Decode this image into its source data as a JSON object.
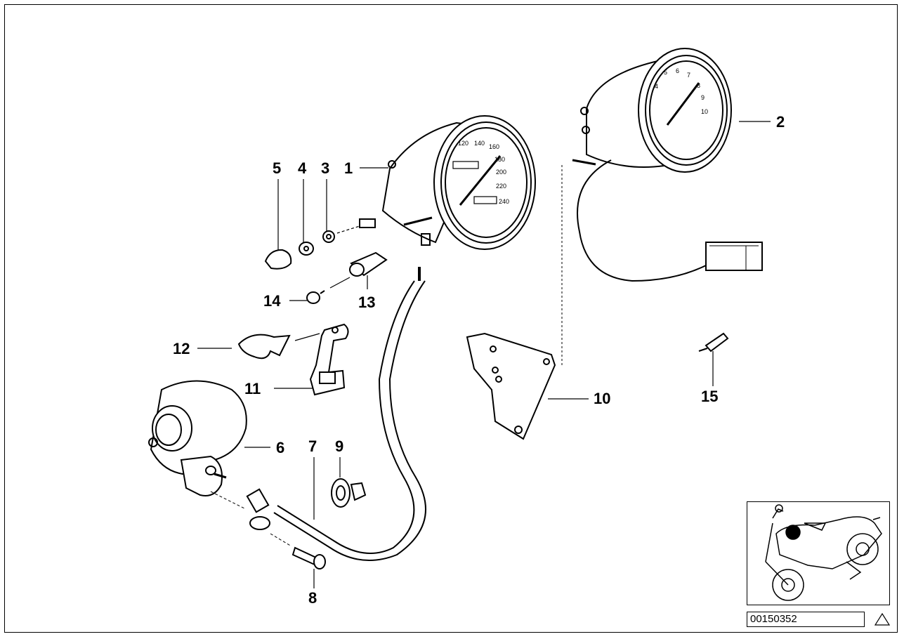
{
  "diagram": {
    "document_number": "00150352",
    "callouts": [
      "1",
      "2",
      "3",
      "4",
      "5",
      "6",
      "7",
      "8",
      "9",
      "10",
      "11",
      "12",
      "13",
      "14",
      "15"
    ],
    "speedometer_scale": [
      "120",
      "140",
      "160",
      "180",
      "200",
      "220",
      "240"
    ],
    "tachometer_scale": [
      "4",
      "5",
      "6",
      "7",
      "8",
      "9",
      "10"
    ]
  }
}
